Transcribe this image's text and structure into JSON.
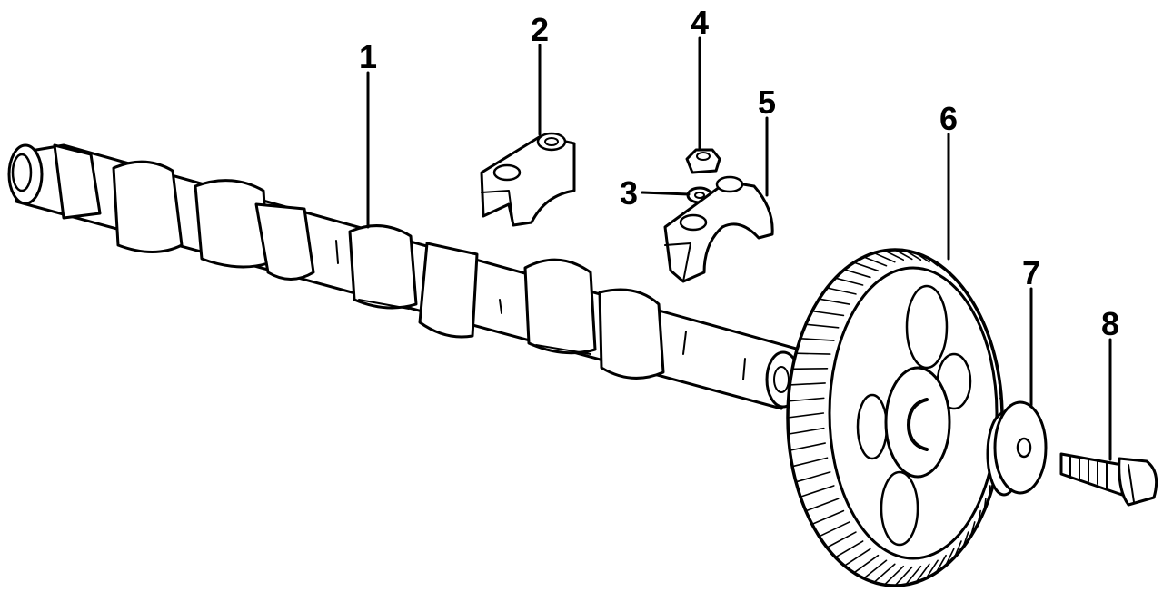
{
  "diagram": {
    "callouts": [
      {
        "id": "1",
        "label": "1"
      },
      {
        "id": "2",
        "label": "2"
      },
      {
        "id": "3",
        "label": "3"
      },
      {
        "id": "4",
        "label": "4"
      },
      {
        "id": "5",
        "label": "5"
      },
      {
        "id": "6",
        "label": "6"
      },
      {
        "id": "7",
        "label": "7"
      },
      {
        "id": "8",
        "label": "8"
      }
    ],
    "colors": {
      "ink": "#000000",
      "paper": "#ffffff"
    }
  }
}
